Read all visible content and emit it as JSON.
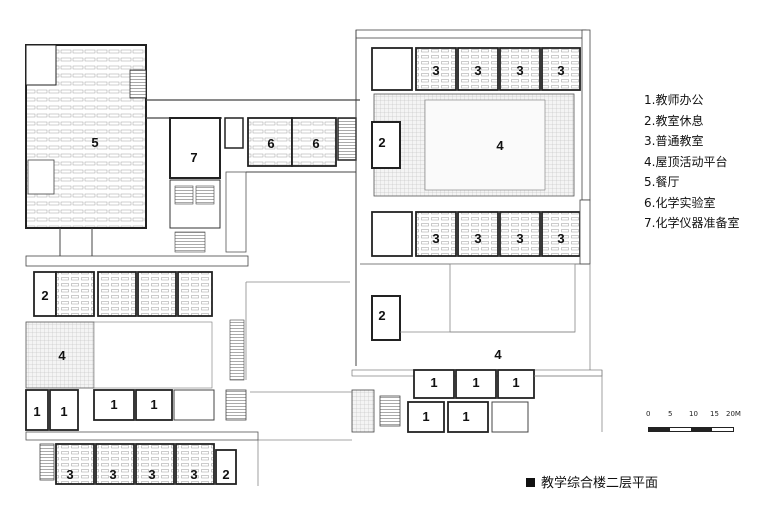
{
  "legend": {
    "items": [
      "1.教师办公",
      "2.教室休息",
      "3.普通教室",
      "4.屋顶活动平台",
      "5.餐厅",
      "6.化学实验室",
      "7.化学仪器准备室"
    ]
  },
  "title": "教学综合楼二层平面",
  "scale_bar": {
    "labels": [
      "0",
      "5",
      "10",
      "15",
      "20M"
    ]
  },
  "room_labels": {
    "r1": "1",
    "r2": "2",
    "r3": "3",
    "r4": "4",
    "r5": "5",
    "r6": "6",
    "r7": "7"
  }
}
